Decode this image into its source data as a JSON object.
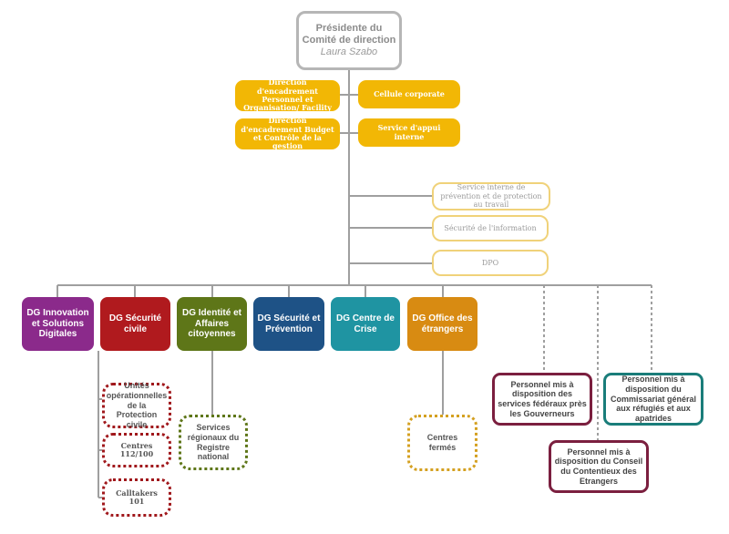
{
  "president": {
    "title_line1": "Présidente du",
    "title_line2": "Comité de direction",
    "name": "Laura Szabo"
  },
  "staff_left": [
    "Direction d'encadrement Personnel et Organisation/ Facility",
    "Direction d'encadrement Budget et Contrôle de la gestion"
  ],
  "staff_right": [
    "Cellule corporate",
    "Service d'appui interne"
  ],
  "support_services": [
    "Service interne de prévention et de protection au travail",
    "Sécurité de l'information",
    "DPO"
  ],
  "directorates": [
    {
      "label": "DG Innovation et Solutions Digitales",
      "color": "#8b2a8b"
    },
    {
      "label": "DG Sécurité civile",
      "color": "#b01a1e"
    },
    {
      "label": "DG Identité et Affaires citoyennes",
      "color": "#5e7618"
    },
    {
      "label": "DG Sécurité et Prévention",
      "color": "#1e5286"
    },
    {
      "label": "DG Centre de Crise",
      "color": "#1f94a2"
    },
    {
      "label": "DG Office des étrangers",
      "color": "#d88b12"
    }
  ],
  "sub_units": {
    "civil_security": [
      "Unités opérationnelles de la Protection civile",
      "Centres 112/100",
      "Calltakers 101"
    ],
    "identity": "Services régionaux du Registre national",
    "foreigners": "Centres fermés"
  },
  "seconded": [
    "Personnel mis à disposition des services fédéraux près les Gouverneurs",
    "Personnel mis à disposition du Conseil du Contentieux des Etrangers",
    "Personnel mis à disposition du Commissariat général aux réfugiés et aux apatrides"
  ],
  "colors": {
    "gold": "#f2b705",
    "light_gold": "#f0d27a",
    "grey": "#b6b6b6",
    "line": "#9f9f9f",
    "maroon": "#7b1f3f",
    "teal": "#1a7d7a"
  }
}
